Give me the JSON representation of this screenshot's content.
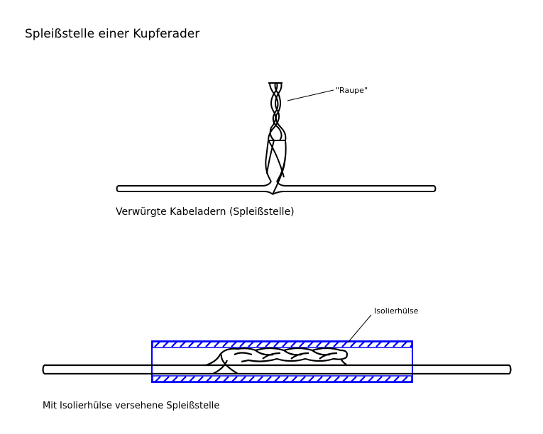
{
  "title": "Spleißstelle einer Kupferader",
  "figure1": {
    "label_raupe": "\"Raupe\"",
    "caption": "Verwürgte Kabeladern (Spleißstelle)"
  },
  "figure2": {
    "label_sleeve": "Isolierhülse",
    "caption": "Mit Isolierhülse versehene Spleißstelle"
  },
  "colors": {
    "sleeve": "#0000ff",
    "wire": "#000000"
  }
}
